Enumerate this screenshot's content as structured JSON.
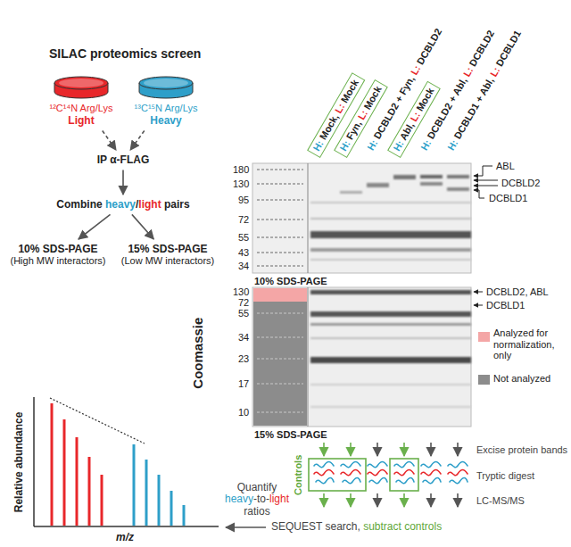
{
  "diagram": {
    "nodes": [
      {
        "text": [
          "¹²C¹⁴N Arg/Lys",
          "Light"
        ]
      },
      {
        "text": [
          "¹³C¹⁵N Arg/Lys",
          "Heavy"
        ]
      },
      {
        "text": [
          "IP α-FLAG"
        ]
      },
      {
        "text": [
          "Combine heavy/light pairs"
        ]
      },
      {
        "text": [
          "10% SDS-PAGE",
          "(High MW interactors)"
        ]
      },
      {
        "text": [
          "15% SDS-PAGE",
          "(Low MW interactors)"
        ]
      },
      {
        "text": [
          "H: Mock, L: Mock"
        ]
      },
      {
        "text": [
          "H: Fyn, L: Mock"
        ]
      },
      {
        "text": [
          "H: Abl, L: Mock"
        ]
      }
    ],
    "edges": [
      {
        "from": 0,
        "to": 2,
        "arrow": "to"
      },
      {
        "from": 1,
        "to": 2,
        "arrow": "to"
      },
      {
        "from": 2,
        "to": 3,
        "arrow": "to"
      },
      {
        "from": 3,
        "to": 4,
        "arrow": "to"
      },
      {
        "from": 3,
        "to": 5,
        "arrow": "to"
      }
    ],
    "labels": [
      "SILAC proteomics screen",
      "H: DCBLD2 + Fyn, L: DCBLD2",
      "H: DCBLD2 + Abl, L: DCBLD2",
      "H: DCBLD1 + Abl, L: DCBLD1",
      "ABL",
      "DCBLD2",
      "DCBLD1",
      "180",
      "130",
      "95",
      "72",
      "55",
      "43",
      "34",
      "10% SDS-PAGE",
      "Coomassie",
      "130",
      "72",
      "55",
      "34",
      "23",
      "17",
      "10",
      "15% SDS-PAGE",
      "DCBLD2, ABL",
      "DCBLD1",
      "Excise protein bands",
      "Tryptic digest",
      "LC-MS/MS",
      "Controls",
      "SEQUEST search, subtract controls",
      "Quantify heavy-to-light ratios",
      "Relative abundance",
      "m/z"
    ],
    "legend": [
      {
        "text": "Analyzed for normalization, only",
        "color": "#f4a6a6"
      },
      {
        "text": "Not analyzed",
        "color": "#8c8c8c"
      }
    ]
  }
}
